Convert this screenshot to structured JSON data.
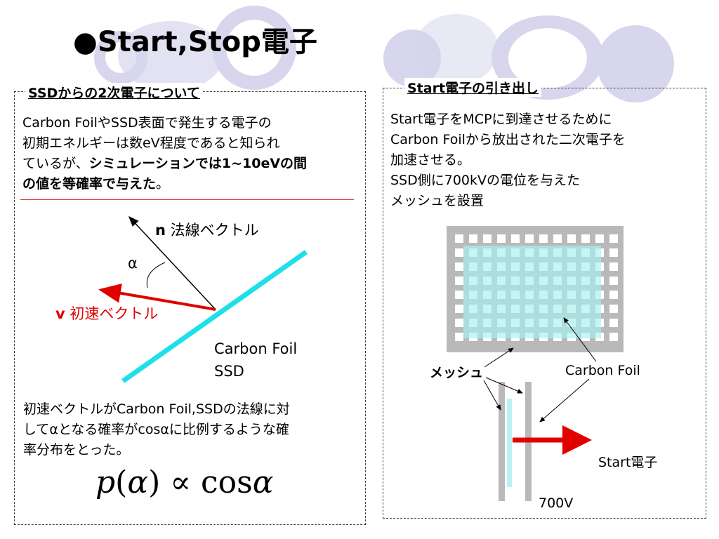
{
  "title": "●Start,Stop電子",
  "left_panel": {
    "heading": "SSDからの2次電子について",
    "para_line1": "Carbon FoilやSSD表面で発生する電子の",
    "para_line2": "初期エネルギーは数eV程度であると知られ",
    "para_line3_normal": "ているが、",
    "para_line3_bold": "シミュレーションでは1~10eVの間",
    "para_line4_bold": "の値を等確率で与えた",
    "para_line4_end": "。",
    "figure": {
      "normal_label_n": "n",
      "normal_label_text": " 法線ベクトル",
      "alpha_label": "α",
      "velocity_label_v": "v",
      "velocity_label_text": " 初速ベクトル",
      "foil_label": "Carbon Foil",
      "ssd_label": "SSD",
      "colors": {
        "foil": "#1fe0e8",
        "velocity": "#e00000",
        "normal": "#000000"
      }
    },
    "bottom_line1": "初速ベクトルがCarbon Foil,SSDの法線に対",
    "bottom_line2": "してαとなる確率がcosαに比例するような確",
    "bottom_line3": "率分布をとった。",
    "formula": {
      "p": "p",
      "open": "(",
      "alpha": "α",
      "close": ")",
      "prop": " ∝ ",
      "cos": "cos",
      "alpha2": "α"
    }
  },
  "right_panel": {
    "heading": "Start電子の引き出し",
    "line1": "Start電子をMCPに到達させるために",
    "line2": "Carbon Foilから放出された二次電子を",
    "line3": "加速させる。",
    "line4": "SSD側に700kVの電位を与えた",
    "line5": "メッシュを設置",
    "figure": {
      "mesh_label": "メッシュ",
      "carbon_foil_label": "Carbon Foil",
      "start_label": "Start電子",
      "voltage_label": "700V",
      "colors": {
        "mesh": "#b9b9b9",
        "foil": "#b8f3f3",
        "arrow": "#e00000"
      }
    }
  },
  "decor_colors": {
    "circle": "#d7d6ec"
  }
}
